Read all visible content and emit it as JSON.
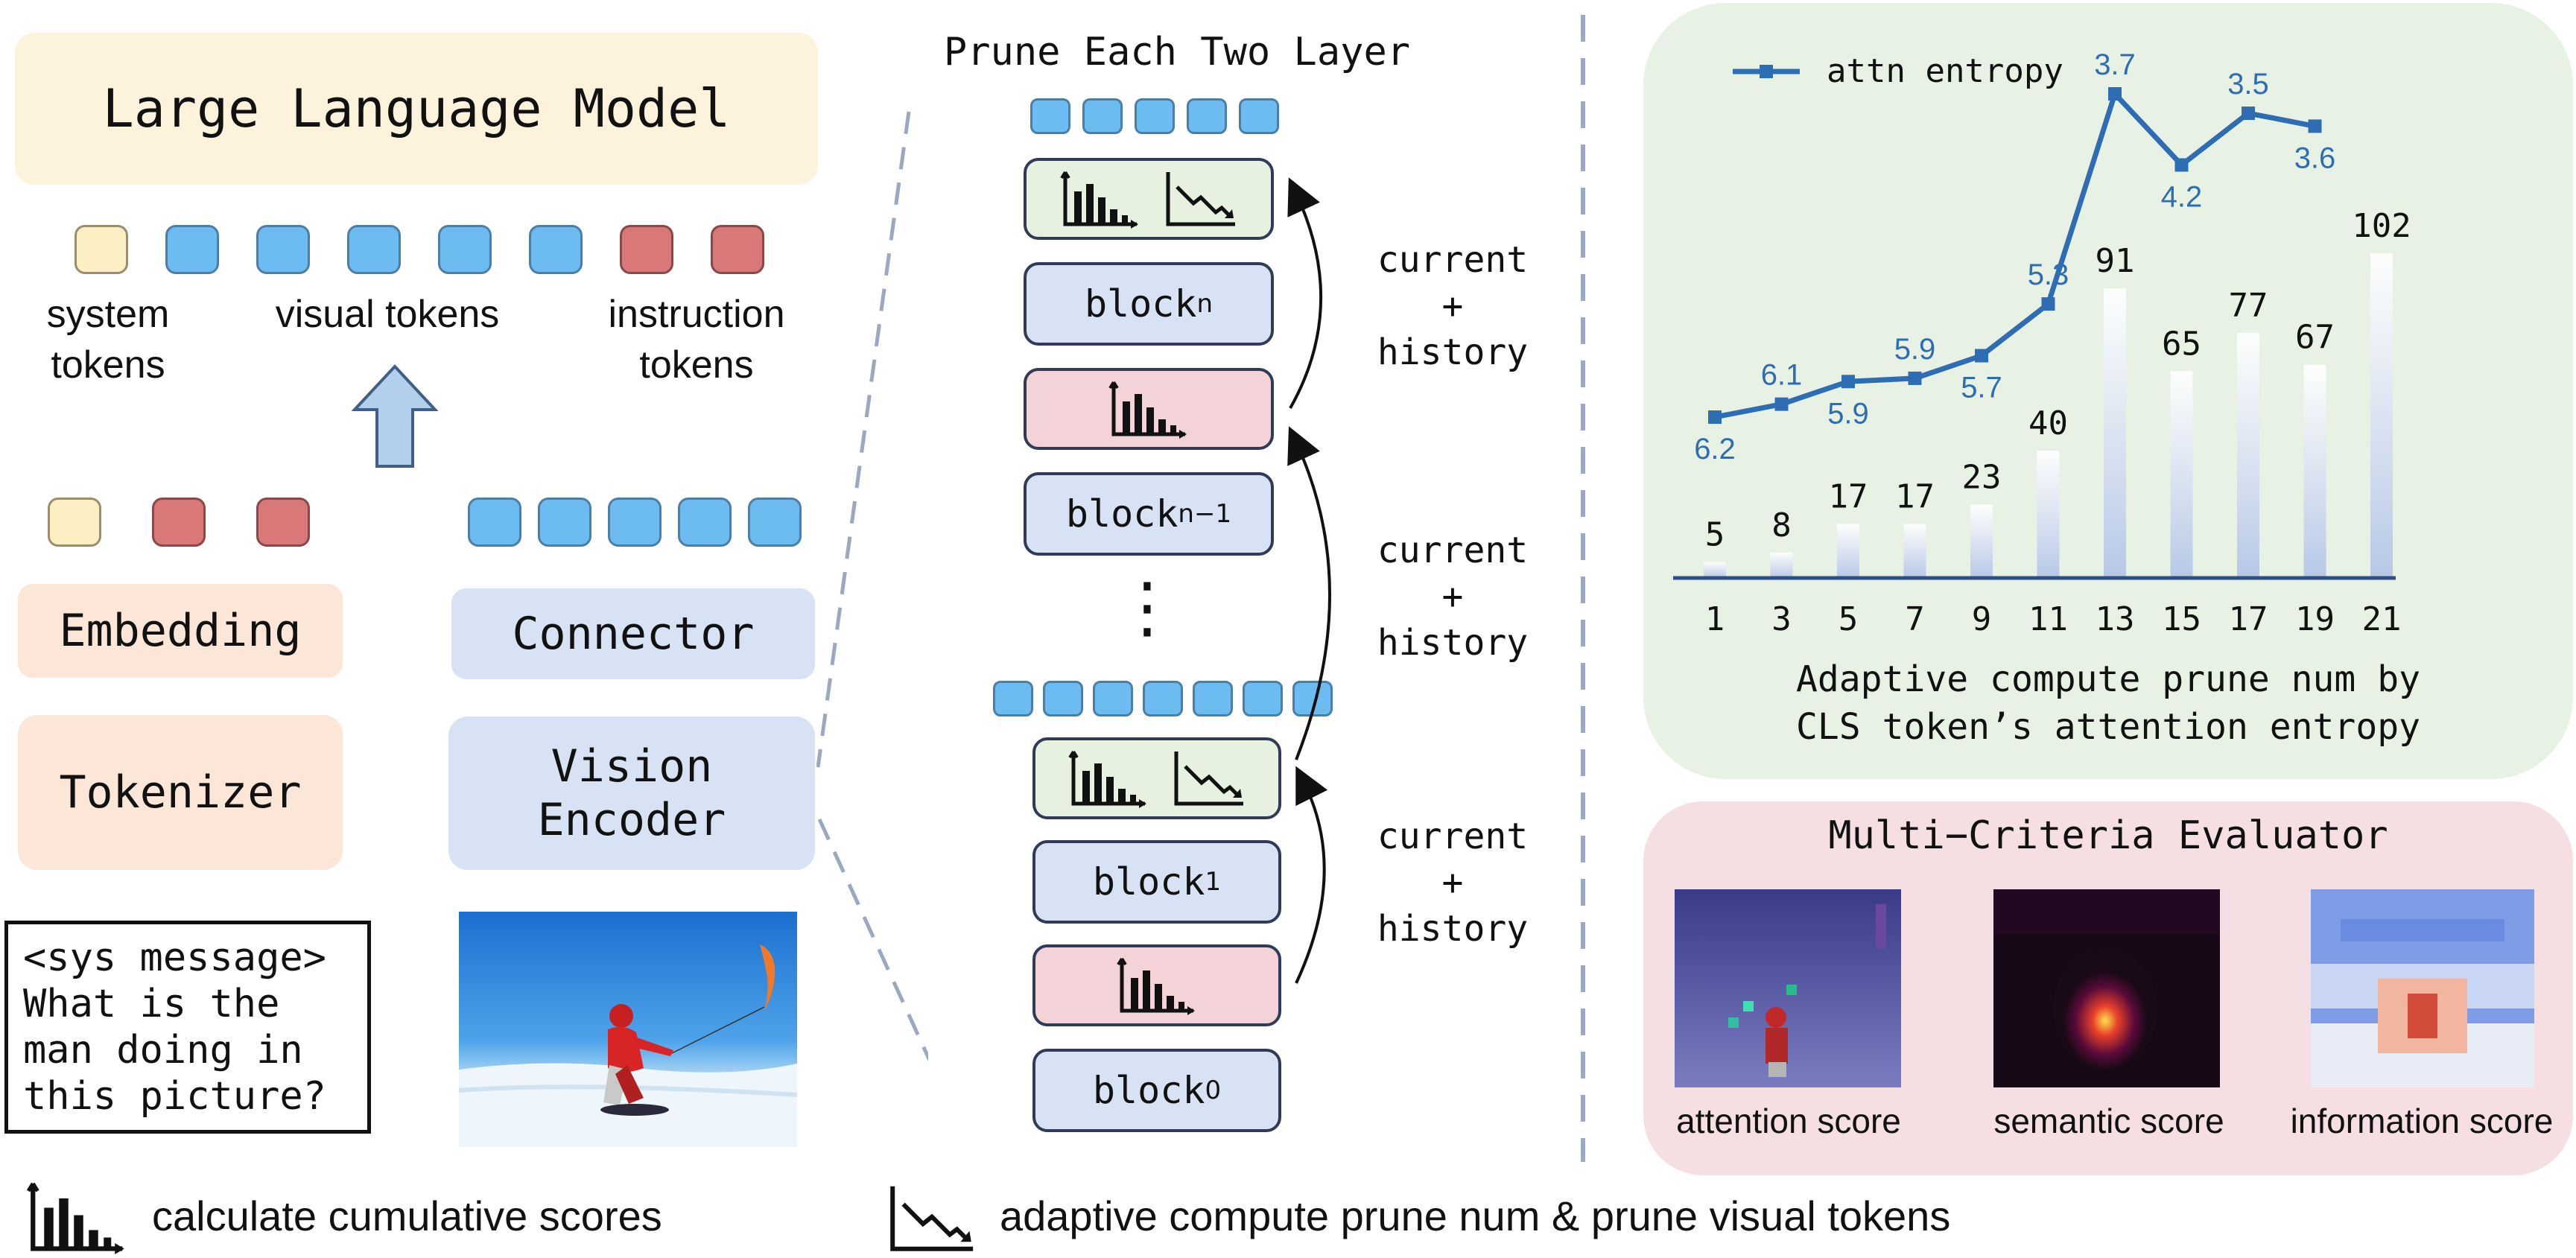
{
  "llm": {
    "title": "Large Language Model"
  },
  "tokens": {
    "system_label": "system\ntokens",
    "visual_label": "visual tokens",
    "instruction_label": "instruction\ntokens"
  },
  "left": {
    "embedding": "Embedding",
    "tokenizer": "Tokenizer",
    "connector": "Connector",
    "vision_encoder": "Vision\nEncoder",
    "prompt": "<sys message>\nWhat is the\nman doing in\nthis picture?"
  },
  "middle": {
    "title": "Prune Each Two Layer",
    "block_n": "block",
    "block_n_sub": "n",
    "block_n1": "block",
    "block_n1_sub": "n−1",
    "block_1": "block",
    "block_1_sub": "1",
    "block_0": "block",
    "block_0_sub": "0",
    "dots": "⋮",
    "arrow_label": "current\n+\nhistory"
  },
  "chart_data": {
    "type": "bar+line",
    "x": [
      1,
      3,
      5,
      7,
      9,
      11,
      13,
      15,
      17,
      19,
      21
    ],
    "bar_values": [
      5,
      8,
      17,
      17,
      23,
      40,
      91,
      65,
      77,
      67,
      102
    ],
    "line_x": [
      1,
      3,
      5,
      7,
      9,
      11,
      13,
      15,
      17,
      19
    ],
    "line_labels": [
      "6.2",
      "6.1",
      "5.9",
      "5.9",
      "5.7",
      "5.3",
      "3.7",
      "4.2",
      "3.5",
      "3.6"
    ],
    "line_level": [
      0.0,
      0.04,
      0.11,
      0.12,
      0.19,
      0.35,
      1.0,
      0.78,
      0.94,
      0.9
    ],
    "legend": "attn entropy",
    "caption": "Adaptive compute prune num by\nCLS token’s attention entropy",
    "bar_color": "#b7c8e6",
    "line_color": "#2e6db4"
  },
  "evaluator": {
    "title": "Multi−Criteria Evaluator",
    "scores": [
      "attention score",
      "semantic score",
      "information score"
    ]
  },
  "legend_bottom": {
    "cumulative": "calculate cumulative scores",
    "prune": "adaptive compute prune num & prune visual tokens"
  },
  "colors": {
    "llm_bg": "#fdf3dd",
    "embed_bg": "#fbe6d8",
    "encoder_bg": "#d7e2f4",
    "chart_panel_bg": "#e8f2e4",
    "eval_panel_bg": "#f6dfe2",
    "dashed": "#9aa8c2"
  }
}
